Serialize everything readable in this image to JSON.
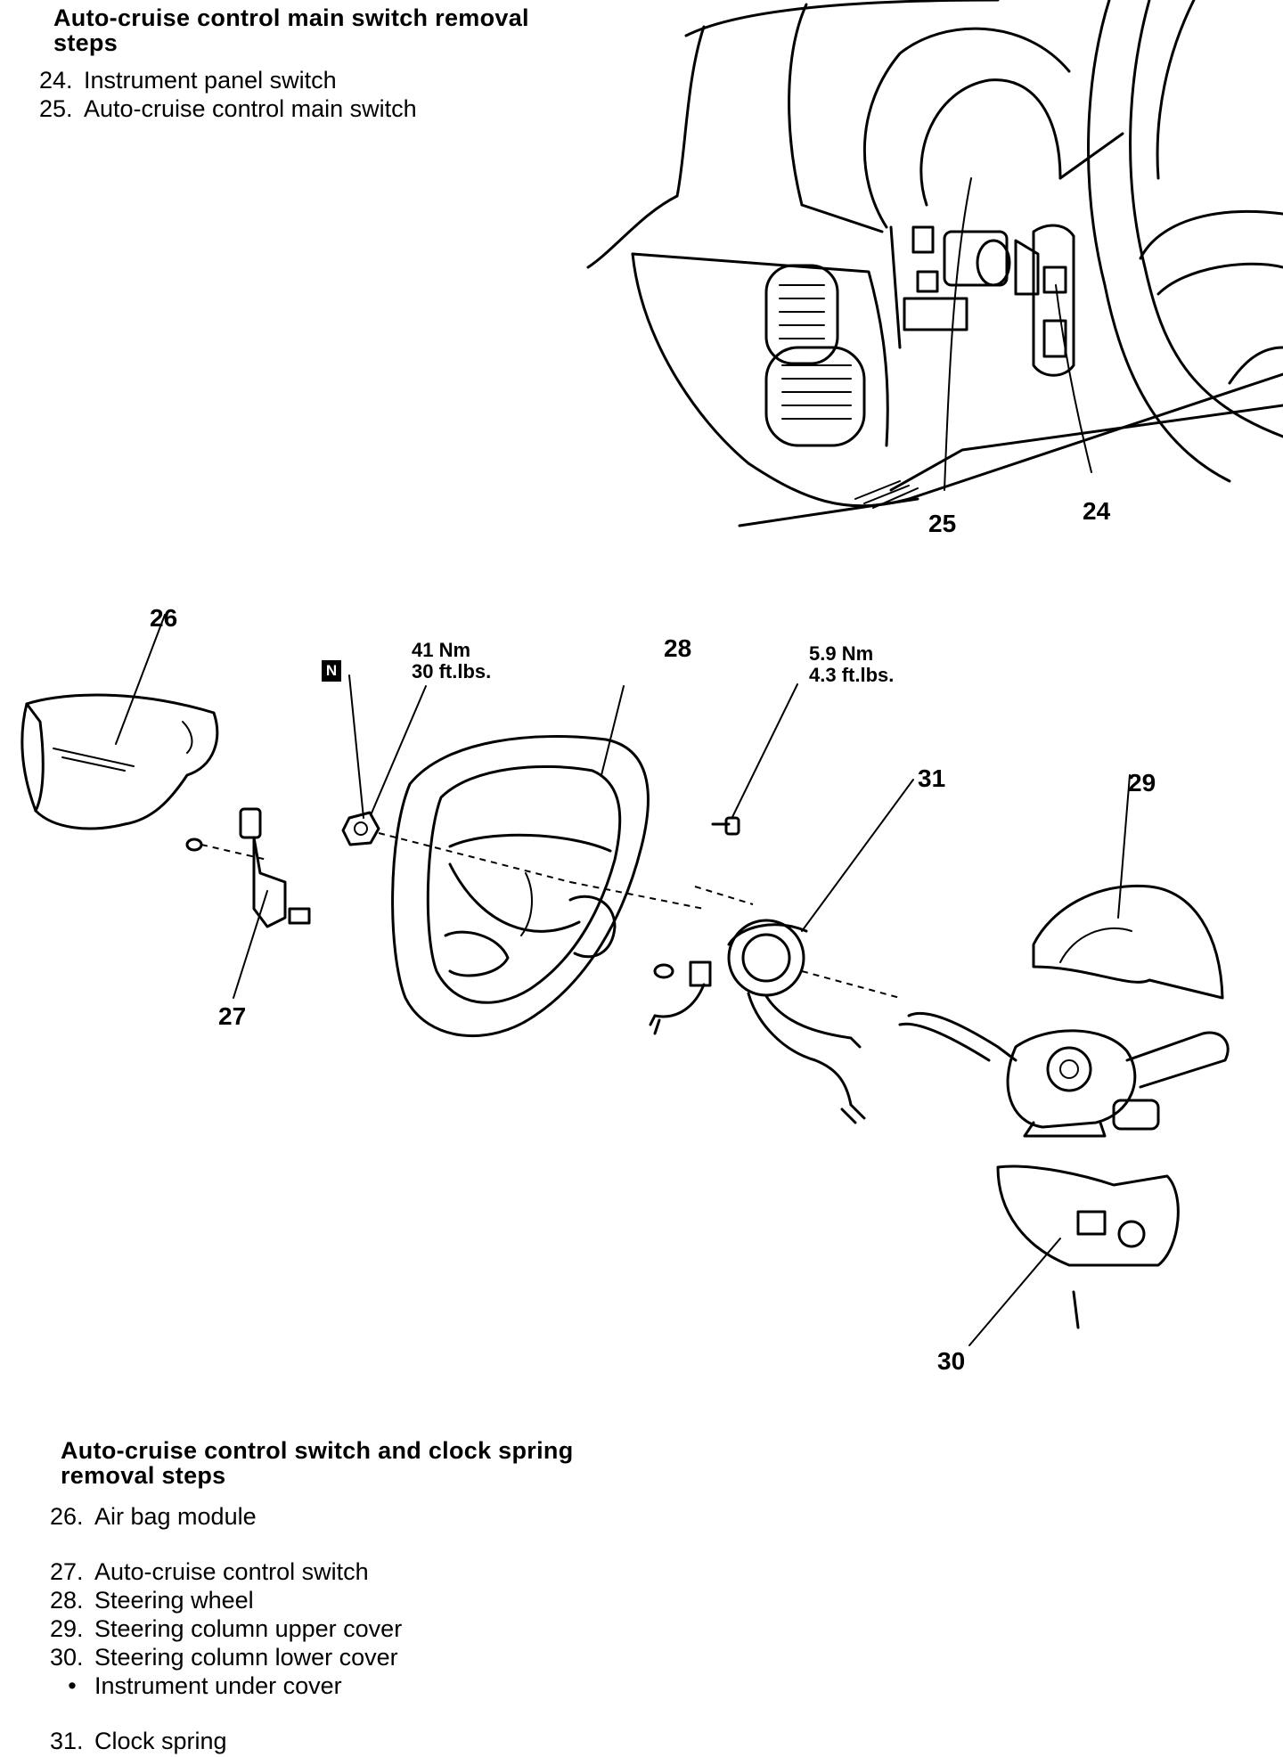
{
  "section1": {
    "heading_line1": "Auto-cruise control main switch removal",
    "heading_line2": "steps",
    "steps": [
      {
        "num": "24.",
        "label": "Instrument panel switch"
      },
      {
        "num": "25.",
        "label": "Auto-cruise control main switch"
      }
    ]
  },
  "diagram": {
    "callouts": {
      "c24": "24",
      "c25": "25",
      "c26": "26",
      "c27": "27",
      "c28": "28",
      "c29": "29",
      "c30": "30",
      "c31": "31"
    },
    "torque_nut": {
      "line1": "41 Nm",
      "line2": "30 ft.lbs."
    },
    "torque_bolt": {
      "line1": "5.9 Nm",
      "line2": "4.3 ft.lbs."
    },
    "badge": "N"
  },
  "section2": {
    "heading_line1": "Auto-cruise control switch and clock spring",
    "heading_line2": "removal steps",
    "steps": [
      {
        "num": "26.",
        "label": "Air bag module"
      },
      {
        "num": "27.",
        "label": "Auto-cruise control switch"
      },
      {
        "num": "28.",
        "label": "Steering wheel"
      },
      {
        "num": "29.",
        "label": "Steering column upper cover"
      },
      {
        "num": "30.",
        "label": "Steering column lower cover"
      },
      {
        "num": "•",
        "label": "Instrument under cover"
      },
      {
        "num": "31.",
        "label": "Clock spring"
      }
    ]
  }
}
